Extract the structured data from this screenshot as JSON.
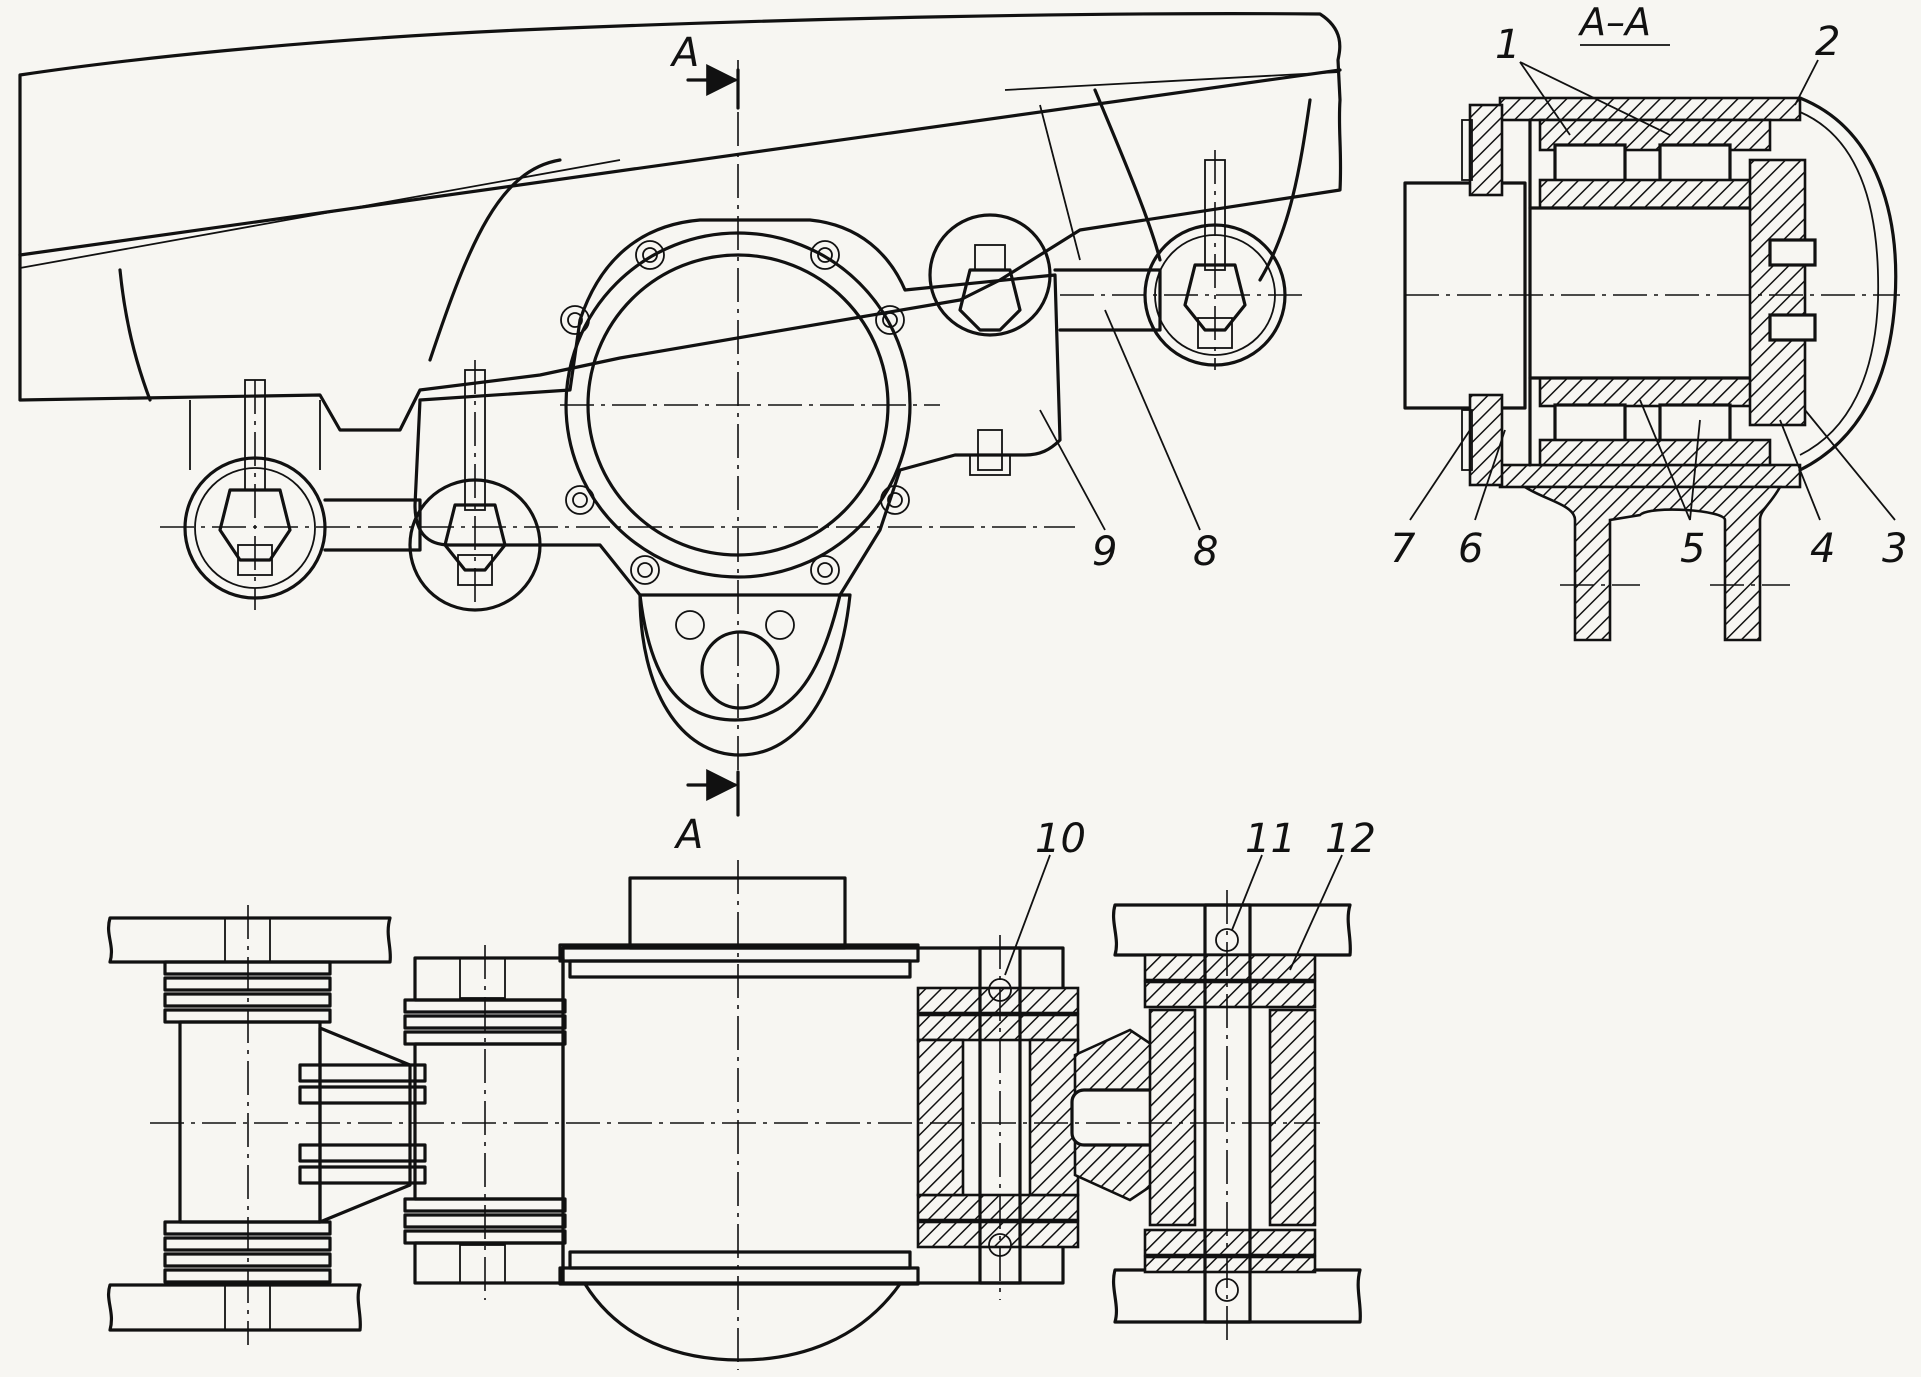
{
  "section_title": "A–A",
  "section_marks": [
    "A",
    "A"
  ],
  "callouts": {
    "c1": "1",
    "c2": "2",
    "c3": "3",
    "c4": "4",
    "c5": "5",
    "c6": "6",
    "c7": "7",
    "c8": "8",
    "c9": "9",
    "c10": "10",
    "c11": "11",
    "c12": "12"
  }
}
